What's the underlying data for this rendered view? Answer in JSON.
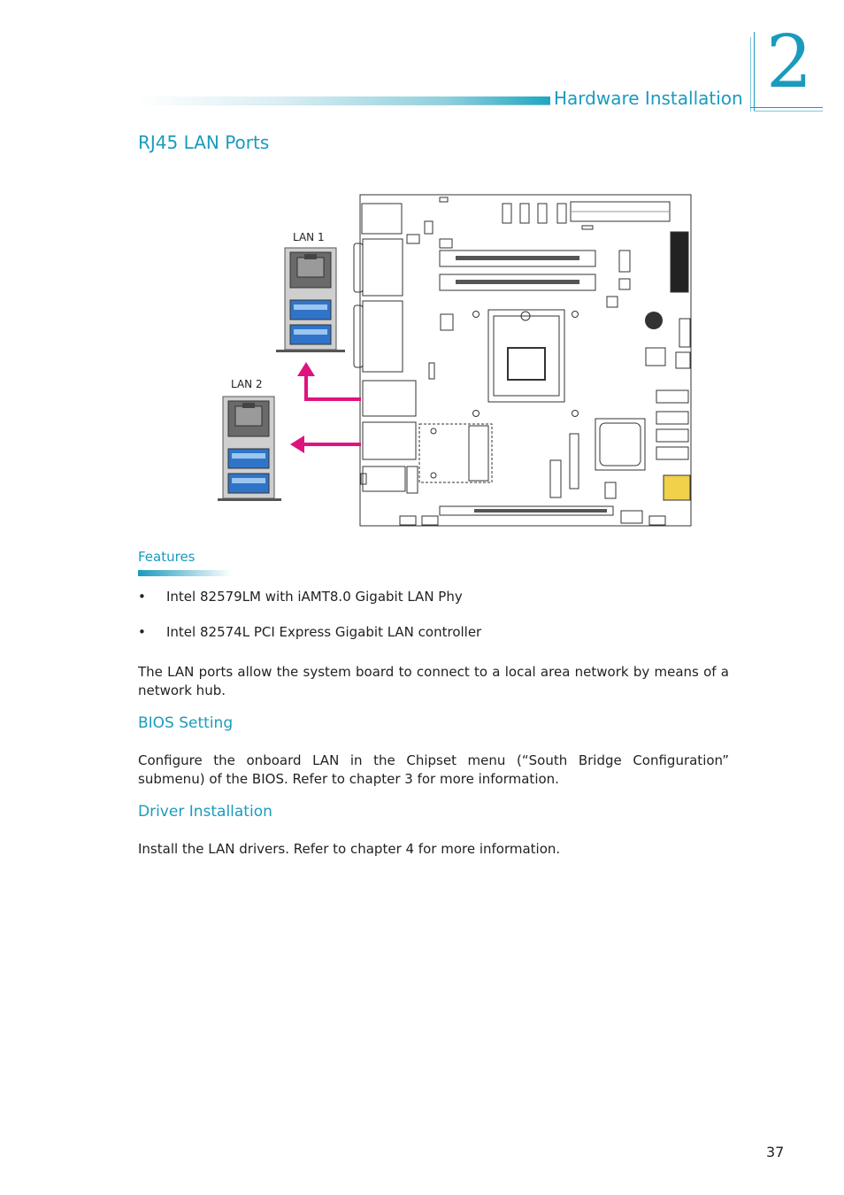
{
  "header": {
    "chapter_title": "Hardware Installation",
    "chapter_number": "2"
  },
  "section": {
    "title": "RJ45 LAN Ports"
  },
  "diagram": {
    "lan1_label": "LAN 1",
    "lan2_label": "LAN 2",
    "arrow_color": "#e0127f",
    "usb_blue": "#2f74c8"
  },
  "features": {
    "heading": "Features",
    "items": [
      "Intel 82579LM with iAMT8.0 Gigabit LAN Phy",
      "Intel 82574L PCI Express Gigabit LAN controller"
    ],
    "bullet": "•"
  },
  "description": "The LAN ports allow the system board to connect to a local area network by means of a network hub.",
  "bios": {
    "heading": "BIOS Setting",
    "text": "Configure the onboard LAN in the Chipset menu (“South Bridge Configuration” submenu) of the BIOS. Refer to chapter 3 for more information."
  },
  "driver": {
    "heading": "Driver Installation",
    "text": "Install the LAN drivers. Refer to chapter 4 for more information."
  },
  "page_number": "37",
  "colors": {
    "accent": "#1a9bbd"
  }
}
